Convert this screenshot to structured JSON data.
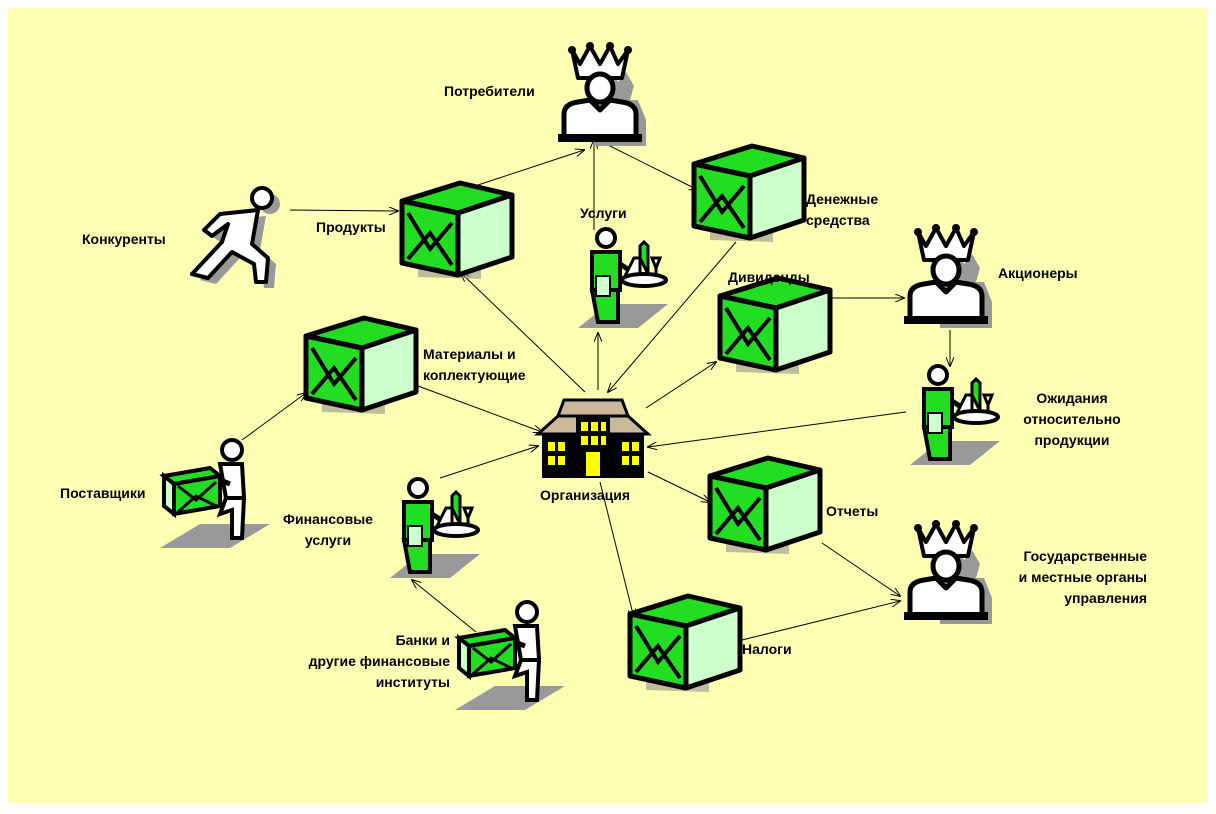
{
  "colors": {
    "background": "#FFFFB3",
    "box_face_green": "#22DD22",
    "box_side_light": "#CCFFCC",
    "building_yellow": "#FFFF00",
    "shadow": "#999999"
  },
  "nodes": {
    "consumers": {
      "label": [
        "Потребители"
      ],
      "icon": "king-icon"
    },
    "competitors": {
      "label": [
        "Конкуренты"
      ],
      "icon": "runner-icon"
    },
    "products": {
      "label": [
        "Продукты"
      ],
      "icon": "box-icon"
    },
    "services": {
      "label": [
        "Услуги"
      ],
      "icon": "waiter-icon"
    },
    "money": {
      "label": [
        "Денежные",
        "средства"
      ],
      "icon": "box-icon"
    },
    "dividends": {
      "label": [
        "Дивиденды"
      ],
      "icon": "box-icon"
    },
    "shareholders": {
      "label": [
        "Акционеры"
      ],
      "icon": "king-icon"
    },
    "materials": {
      "label": [
        "Материалы и",
        "коплектующие"
      ],
      "icon": "box-icon"
    },
    "expectations": {
      "label": [
        "Ожидания",
        "относительно",
        "продукции"
      ],
      "icon": "waiter-icon"
    },
    "organization": {
      "label": [
        "Организация"
      ],
      "icon": "building-icon"
    },
    "suppliers": {
      "label": [
        "Поставщики"
      ],
      "icon": "worker-with-box-icon"
    },
    "fin_services": {
      "label": [
        "Финансовые",
        "услуги"
      ],
      "icon": "waiter-icon"
    },
    "reports": {
      "label": [
        "Отчеты"
      ],
      "icon": "box-icon"
    },
    "government": {
      "label": [
        "Государственные",
        "и местные органы",
        "управления"
      ],
      "icon": "king-icon"
    },
    "banks": {
      "label": [
        "Банки и",
        "другие финансовые",
        "институты"
      ],
      "icon": "worker-with-box-icon"
    },
    "taxes": {
      "label": [
        "Налоги"
      ],
      "icon": "box-icon"
    }
  },
  "edges": [
    [
      "competitors",
      "products"
    ],
    [
      "products",
      "consumers"
    ],
    [
      "consumers",
      "money"
    ],
    [
      "services",
      "consumers"
    ],
    [
      "money",
      "organization"
    ],
    [
      "organization",
      "products"
    ],
    [
      "organization",
      "services"
    ],
    [
      "organization",
      "dividends"
    ],
    [
      "dividends",
      "shareholders"
    ],
    [
      "shareholders",
      "expectations"
    ],
    [
      "expectations",
      "organization"
    ],
    [
      "materials",
      "organization"
    ],
    [
      "suppliers",
      "materials"
    ],
    [
      "fin_services",
      "organization"
    ],
    [
      "banks",
      "fin_services"
    ],
    [
      "organization",
      "reports"
    ],
    [
      "reports",
      "government"
    ],
    [
      "organization",
      "taxes"
    ],
    [
      "taxes",
      "government"
    ]
  ]
}
